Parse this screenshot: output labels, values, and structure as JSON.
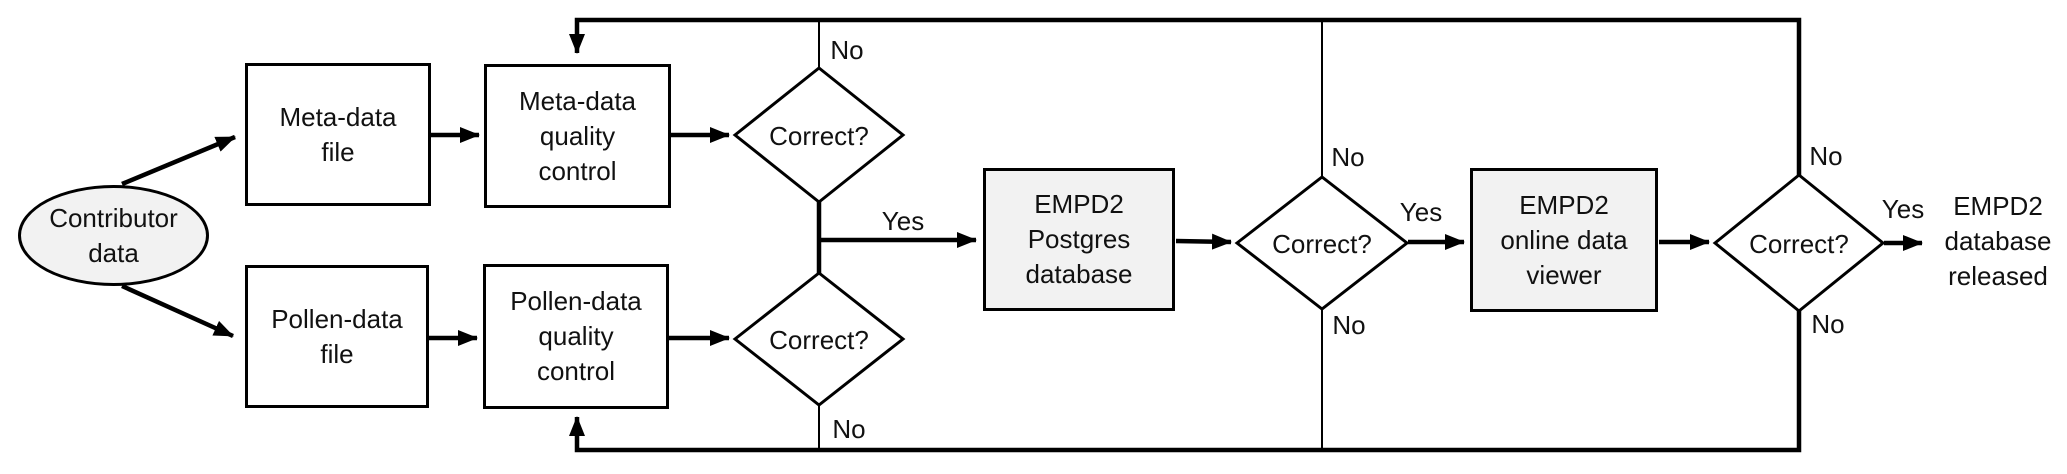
{
  "nodes": {
    "contributor": {
      "label": "Contributor\ndata"
    },
    "meta_file": {
      "label": "Meta-data\nfile"
    },
    "pollen_file": {
      "label": "Pollen-data\nfile"
    },
    "meta_qc": {
      "label": "Meta-data\nquality\ncontrol"
    },
    "pollen_qc": {
      "label": "Pollen-data\nquality\ncontrol"
    },
    "postgres_db": {
      "label": "EMPD2\nPostgres\ndatabase"
    },
    "online_viewer": {
      "label": "EMPD2\nonline data\nviewer"
    },
    "released": {
      "label": "EMPD2\ndatabase\nreleased"
    }
  },
  "decisions": {
    "meta_correct": {
      "label": "Correct?"
    },
    "pollen_correct": {
      "label": "Correct?"
    },
    "postgres_correct": {
      "label": "Correct?"
    },
    "viewer_correct": {
      "label": "Correct?"
    }
  },
  "edge_labels": {
    "meta_no": "No",
    "pollen_no": "No",
    "merge_yes": "Yes",
    "postgres_no_top": "No",
    "postgres_no_bottom": "No",
    "postgres_yes": "Yes",
    "viewer_no_top": "No",
    "viewer_no_bottom": "No",
    "viewer_yes": "Yes"
  },
  "colors": {
    "stroke": "#000000",
    "shape_fill": "#ffffff",
    "shaded_fill": "#f2f2f2",
    "background": "#ffffff"
  }
}
